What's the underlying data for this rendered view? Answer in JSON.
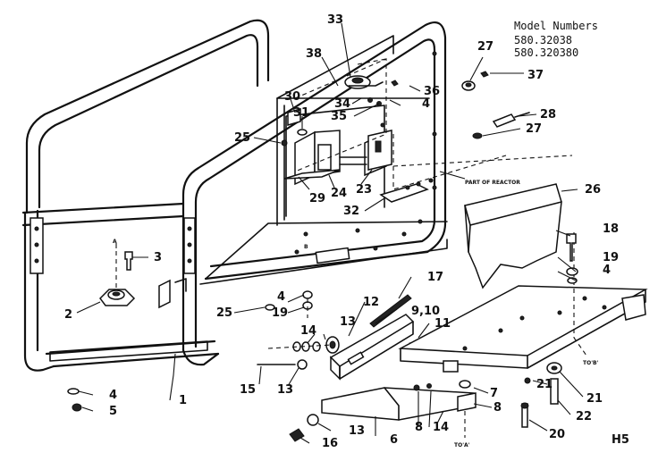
{
  "model_block": {
    "heading": "Model Numbers",
    "numbers": [
      "580.32038",
      "580.320380"
    ]
  },
  "notes": {
    "reactor": "PART OF REACTOR",
    "to_a": "TO'A'",
    "to_b": "TO'B'",
    "mark_a": "A",
    "mark_b": "B",
    "page_code": "H5"
  },
  "callouts": {
    "c1": "1",
    "c2": "2",
    "c3": "3",
    "c4a": "4",
    "c4b": "4",
    "c4c": "4",
    "c4d": "4",
    "c5": "5",
    "c6": "6",
    "c7": "7",
    "c8a": "8",
    "c8b": "8",
    "c910": "9,10",
    "c11": "11",
    "c12": "12",
    "c13a": "13",
    "c13b": "13",
    "c13c": "13",
    "c14a": "14",
    "c14b": "14",
    "c15": "15",
    "c16": "16",
    "c17": "17",
    "c18": "18",
    "c19a": "19",
    "c19b": "19",
    "c20": "20",
    "c21a": "21",
    "c21b": "21",
    "c22": "22",
    "c23": "23",
    "c24": "24",
    "c25a": "25",
    "c25b": "25",
    "c26": "26",
    "c27a": "27",
    "c27b": "27",
    "c28": "28",
    "c29": "29",
    "c30": "30",
    "c31": "31",
    "c32": "32",
    "c33": "33",
    "c34": "34",
    "c35": "35",
    "c36": "36",
    "c37": "37",
    "c38": "38"
  }
}
